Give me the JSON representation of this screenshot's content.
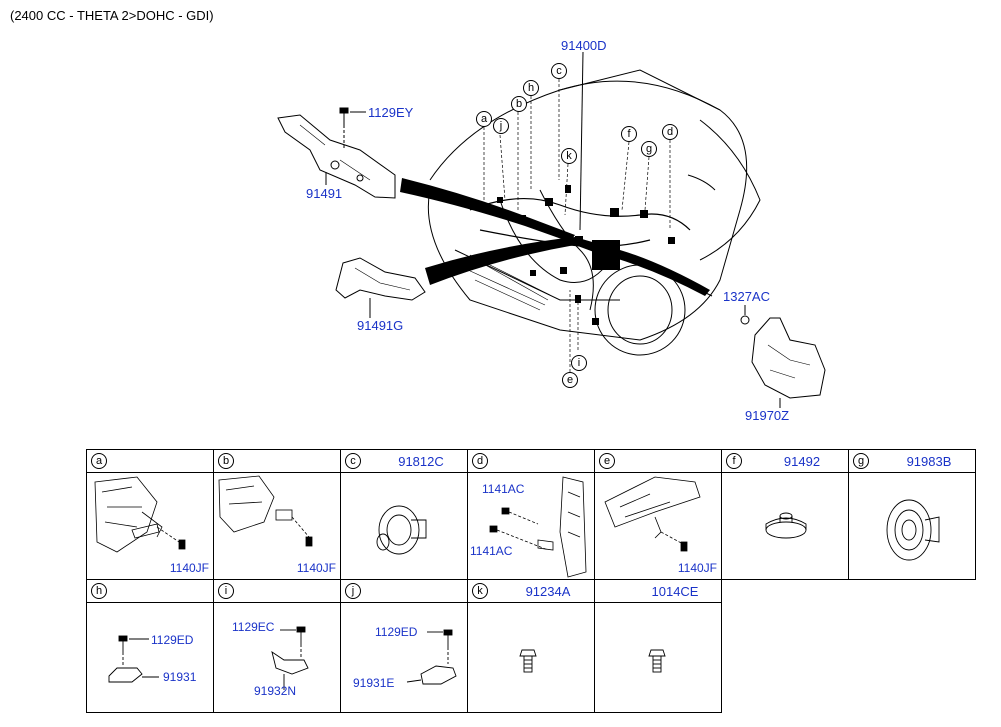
{
  "header": {
    "title": "(2400 CC - THETA 2>DOHC - GDI)"
  },
  "main_parts": {
    "p91400D": "91400D",
    "p1129EY": "1129EY",
    "p91491": "91491",
    "p91491G": "91491G",
    "p1327AC": "1327AC",
    "p91970Z": "91970Z"
  },
  "callouts": [
    "a",
    "j",
    "h",
    "b",
    "c",
    "k",
    "f",
    "g",
    "d",
    "i",
    "e"
  ],
  "cells": [
    {
      "letter": "a",
      "part": "",
      "captions": [
        "1140JF"
      ]
    },
    {
      "letter": "b",
      "part": "",
      "captions": [
        "1140JF"
      ]
    },
    {
      "letter": "c",
      "part": "91812C",
      "captions": []
    },
    {
      "letter": "d",
      "part": "",
      "captions": [
        "1141AC",
        "1141AC"
      ]
    },
    {
      "letter": "e",
      "part": "",
      "captions": [
        "1140JF"
      ]
    },
    {
      "letter": "f",
      "part": "91492",
      "captions": []
    },
    {
      "letter": "g",
      "part": "91983B",
      "captions": []
    },
    {
      "letter": "h",
      "part": "",
      "captions": [
        "1129ED",
        "91931"
      ]
    },
    {
      "letter": "i",
      "part": "",
      "captions": [
        "1129EC",
        "91932N"
      ]
    },
    {
      "letter": "j",
      "part": "",
      "captions": [
        "1129ED",
        "91931E"
      ]
    },
    {
      "letter": "k",
      "part": "91234A",
      "captions": []
    },
    {
      "letter": "",
      "part": "1014CE",
      "captions": []
    }
  ],
  "colors": {
    "part_number": "#1a33c8",
    "line": "#000000"
  }
}
